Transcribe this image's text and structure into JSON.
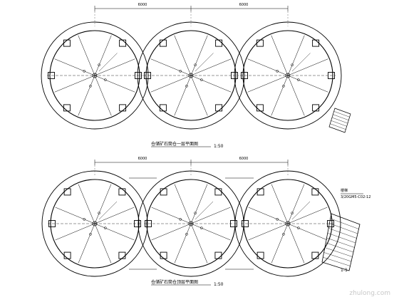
{
  "top_plan": {
    "title": "仓储矿石筒仓一层平面图",
    "scale": "1:50",
    "dimensions": [
      "6000",
      "6000"
    ],
    "spokes": 8,
    "columns_per_silo": 6
  },
  "bottom_plan": {
    "title": "仓储矿石筒仓顶层平面图",
    "scale": "1:50",
    "dimensions": [
      "6000",
      "6000"
    ],
    "section_mark": "1-1",
    "stair_label": "楼梯",
    "callout": "3/20GM5-C02-12",
    "spokes": 8,
    "columns_per_silo": 6
  },
  "watermark": "zhulong.com"
}
